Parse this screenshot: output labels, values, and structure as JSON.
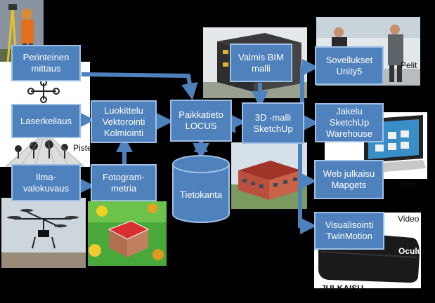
{
  "nodes": {
    "perinteinen": "Perinteinen\nmittaus",
    "laserkeilaus": "Laserkeilaus",
    "ilmavalokuvaus": "Ilma-\nvalokuvaus",
    "luokittelu": "Luokittelu\nVektorointi\nKolmiointi",
    "fotogrammetria": "Fotogram-\nmetria",
    "paikkatieto": "Paikkatieto\nLOCUS",
    "tietokanta": "Tietokanta",
    "valmis_bim": "Valmis BIM\nmalli",
    "malli_3d": "3D -malli\nSketchUp",
    "sovellukset": "Sovellukset\nUnity5",
    "jakelu": "Jakelu\nSketchUp\nWarehouse",
    "web_julkaisu": "Web julkaisu\nMapgets",
    "visualisointi": "Visualisointi\nTwinMotion"
  },
  "labels": {
    "pelit": "Pelit",
    "piste": "Piste",
    "web": "Web",
    "video": "Video",
    "julkaisu": "JULKAISU",
    "oculus": "Oculus"
  },
  "colors": {
    "box_fill": "#4f81bd",
    "box_border": "#9fc0e6",
    "arrow": "#4f81bd",
    "background": "#000000"
  }
}
